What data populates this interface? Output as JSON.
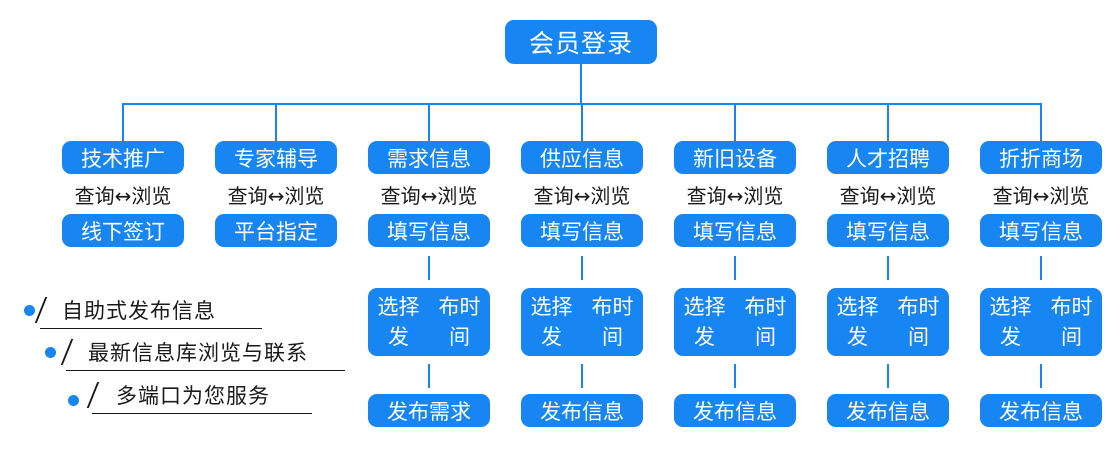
{
  "root": {
    "label": "会员登录"
  },
  "columns": [
    {
      "id": "tech",
      "category": "技术推广",
      "browse": "查询↔浏览",
      "action": "线下签订"
    },
    {
      "id": "expert",
      "category": "专家辅导",
      "browse": "查询↔浏览",
      "action": "平台指定"
    },
    {
      "id": "demand",
      "category": "需求信息",
      "browse": "查询↔浏览",
      "action": "填写信息",
      "time": [
        "选择发",
        "布时间"
      ],
      "publish": "发布需求"
    },
    {
      "id": "supply",
      "category": "供应信息",
      "browse": "查询↔浏览",
      "action": "填写信息",
      "time": [
        "选择发",
        "布时间"
      ],
      "publish": "发布信息"
    },
    {
      "id": "equipment",
      "category": "新旧设备",
      "browse": "查询↔浏览",
      "action": "填写信息",
      "time": [
        "选择发",
        "布时间"
      ],
      "publish": "发布信息"
    },
    {
      "id": "talent",
      "category": "人才招聘",
      "browse": "查询↔浏览",
      "action": "填写信息",
      "time": [
        "选择发",
        "布时间"
      ],
      "publish": "发布信息"
    },
    {
      "id": "discount",
      "category": "折折商场",
      "browse": "查询↔浏览",
      "action": "填写信息",
      "time": [
        "选择发",
        "布时间"
      ],
      "publish": "发布信息"
    }
  ],
  "features": [
    {
      "text": "自助式发布信息"
    },
    {
      "text": "最新信息库浏览与联系"
    },
    {
      "text": "多端口为您服务"
    }
  ],
  "colors": {
    "accent": "#1785f2",
    "text": "#1a1a1a"
  }
}
